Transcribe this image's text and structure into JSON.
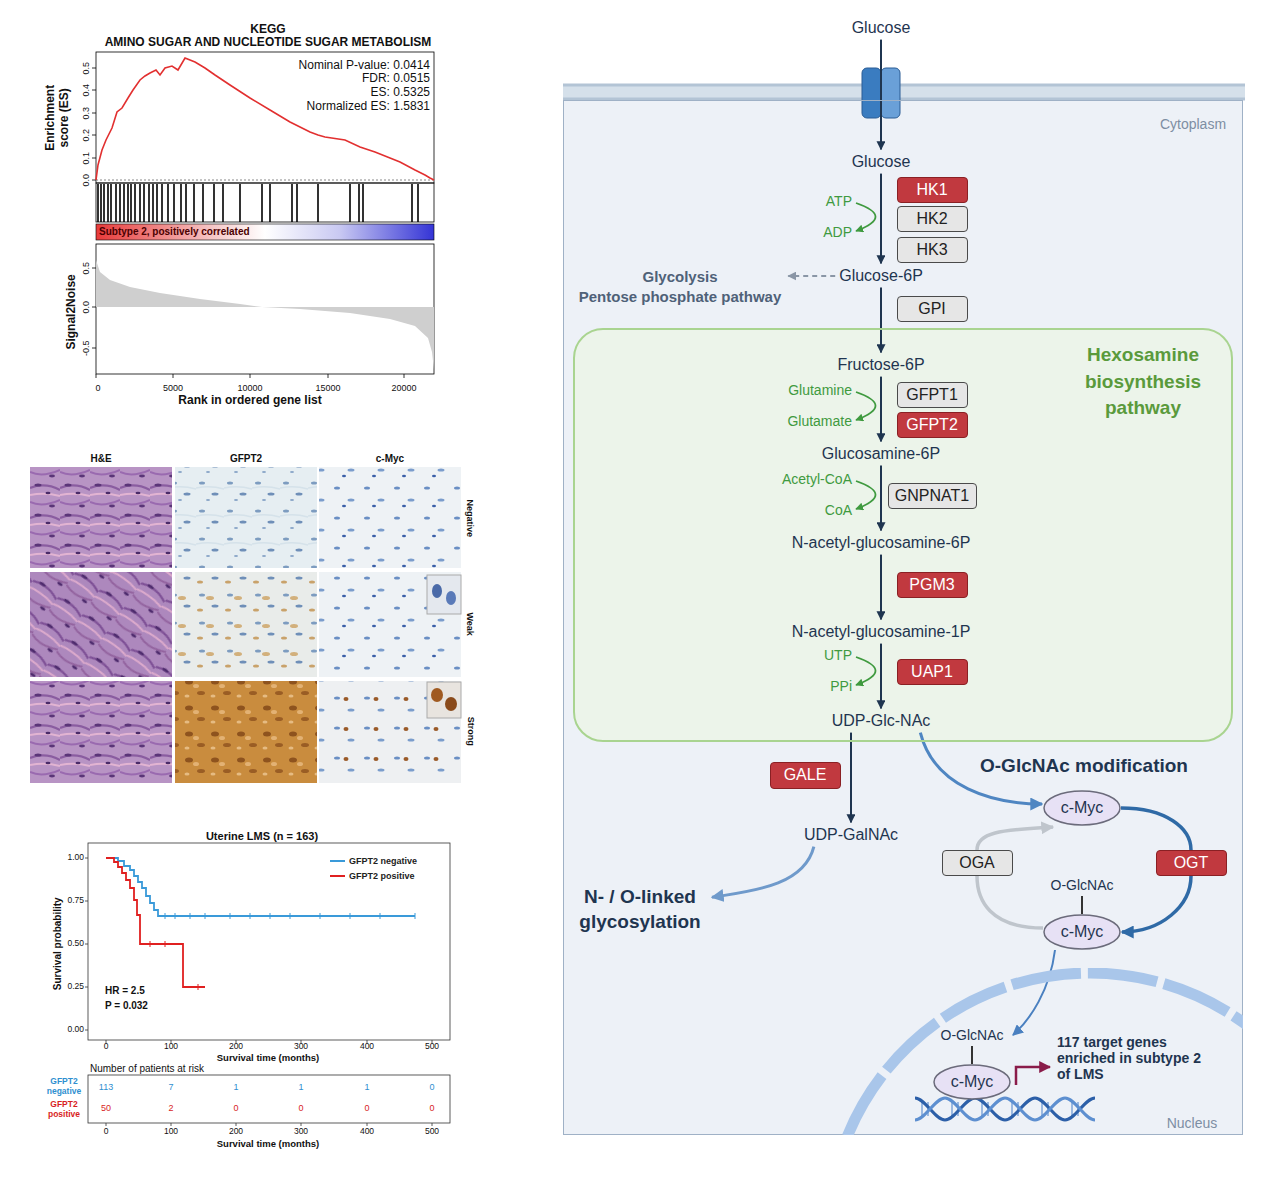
{
  "diagram": {
    "nodes": [
      {
        "text": [
          "Glucose"
        ]
      },
      {
        "text": [
          "Cytoplasm"
        ]
      },
      {
        "text": [
          "Glucose"
        ],
        "in": 1
      },
      {
        "text": [
          "HK1"
        ],
        "in": 1
      },
      {
        "text": [
          "HK2"
        ],
        "in": 1
      },
      {
        "text": [
          "HK3"
        ],
        "in": 1
      },
      {
        "text": [
          "Glycolysis",
          "Pentose phosphate pathway"
        ],
        "in": 1
      },
      {
        "text": [
          "Glucose-6P"
        ],
        "in": 1
      },
      {
        "text": [
          "GPI"
        ],
        "in": 1
      },
      {
        "text": [
          "Hexosamine biosynthesis pathway"
        ],
        "in": 1
      },
      {
        "text": [
          "Fructose-6P"
        ],
        "in": 9
      },
      {
        "text": [
          "GFPT1"
        ],
        "in": 9
      },
      {
        "text": [
          "GFPT2"
        ],
        "in": 9
      },
      {
        "text": [
          "Glucosamine-6P"
        ],
        "in": 9
      },
      {
        "text": [
          "GNPNAT1"
        ],
        "in": 9
      },
      {
        "text": [
          "N-acetyl-glucosamine-6P"
        ],
        "in": 9
      },
      {
        "text": [
          "PGM3"
        ],
        "in": 9
      },
      {
        "text": [
          "N-acetyl-glucosamine-1P"
        ],
        "in": 9
      },
      {
        "text": [
          "UAP1"
        ],
        "in": 9
      },
      {
        "text": [
          "UDP-Glc-NAc"
        ],
        "in": 9
      },
      {
        "text": [
          "GALE"
        ],
        "in": 1
      },
      {
        "text": [
          "UDP-GalNAc"
        ],
        "in": 1
      },
      {
        "text": [
          "N- / O-linked glycosylation"
        ],
        "in": 1
      },
      {
        "text": [
          "c-Myc"
        ],
        "in": 1
      },
      {
        "text": [
          "OGA"
        ],
        "in": 1
      },
      {
        "text": [
          "OGT"
        ],
        "in": 1
      },
      {
        "text": [
          "O-GlcNAc",
          "c-Myc"
        ],
        "in": 1
      },
      {
        "text": [
          "Nucleus"
        ],
        "in": 1
      },
      {
        "text": [
          "O-GlcNAc",
          "c-Myc"
        ],
        "in": 27
      }
    ],
    "edges": [
      {
        "from": 0,
        "to": 2,
        "arrow": "to"
      },
      {
        "from": 2,
        "to": 7,
        "arrow": "to"
      },
      {
        "from": 7,
        "to": 6,
        "arrow": "to"
      },
      {
        "from": 7,
        "to": 10,
        "arrow": "to"
      },
      {
        "from": 10,
        "to": 13,
        "arrow": "to"
      },
      {
        "from": 13,
        "to": 15,
        "arrow": "to"
      },
      {
        "from": 15,
        "to": 17,
        "arrow": "to"
      },
      {
        "from": 17,
        "to": 19,
        "arrow": "to"
      },
      {
        "from": 19,
        "to": 21,
        "arrow": "to"
      },
      {
        "from": 21,
        "to": 22,
        "arrow": "to"
      },
      {
        "from": 19,
        "to": 23,
        "label": "O-GlcNAc modification",
        "arrow": "to"
      },
      {
        "from": 23,
        "to": 26,
        "arrow": "to"
      },
      {
        "from": 26,
        "to": 23,
        "arrow": "to"
      },
      {
        "from": 26,
        "to": 28,
        "arrow": "to"
      }
    ],
    "labels": [
      "KEGG",
      "AMINO SUGAR AND NUCLEOTIDE SUGAR METABOLISM",
      "Nominal P-value: 0.0414",
      "FDR: 0.0515",
      "ES: 0.5325",
      "Normalized ES: 1.5831",
      "Enrichment score (ES)",
      "0.0",
      "0.1",
      "0.2",
      "0.3",
      "0.4",
      "0.5",
      "Subtype 2, positively correlated",
      "Signal2Noise",
      "0.5",
      "0.0",
      "-0.5",
      "0",
      "5000",
      "10000",
      "15000",
      "20000",
      "Rank in ordered gene list",
      "H&E",
      "GFPT2",
      "c-Myc",
      "Negative",
      "Weak",
      "Strong",
      "Uterine LMS (n = 163)",
      "Survival probability",
      "0.00",
      "0.25",
      "0.50",
      "0.75",
      "1.00",
      "0",
      "100",
      "200",
      "300",
      "400",
      "500",
      "Survival time (months)",
      "HR = 2.5",
      "P = 0.032",
      "Number of patients at risk",
      "GFPT2 negative",
      "113",
      "7",
      "1",
      "1",
      "1",
      "0",
      "GFPT2 positive",
      "50",
      "2",
      "0",
      "0",
      "0",
      "0",
      "0",
      "100",
      "200",
      "300",
      "400",
      "500",
      "Survival time (months)",
      "ATP",
      "ADP",
      "Glutamine",
      "Glutamate",
      "Acetyl-CoA",
      "CoA",
      "UTP",
      "PPi",
      "117 target genes enriched in subtype 2 of LMS"
    ],
    "legend": [
      {
        "text": "GFPT2 negative"
      },
      {
        "text": "GFPT2 positive"
      }
    ]
  }
}
